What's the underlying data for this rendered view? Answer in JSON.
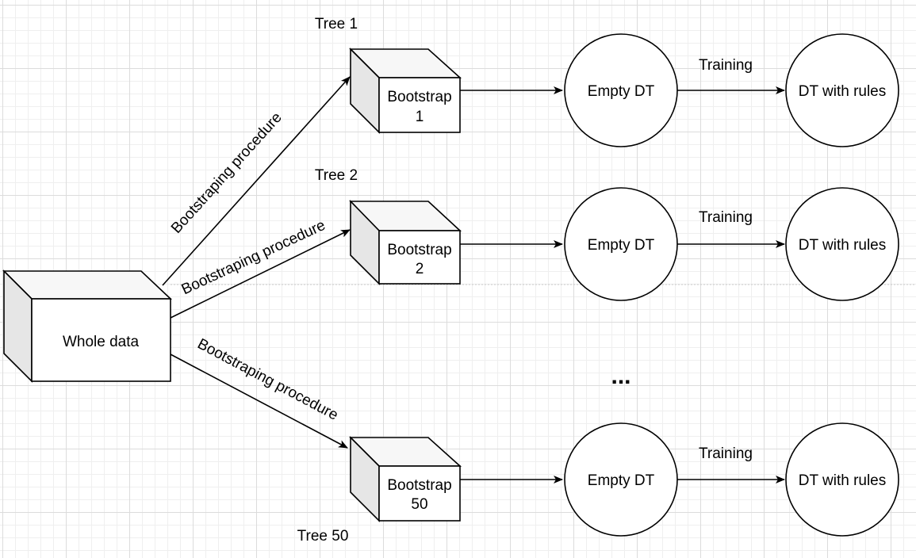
{
  "source": {
    "label": "Whole data"
  },
  "edge_label": "Bootstraping procedure",
  "trees": [
    {
      "title": "Tree 1",
      "bootstrap": [
        "Bootstrap",
        "1"
      ],
      "empty_label": "Empty DT",
      "training_label": "Training",
      "trained_label": "DT with rules"
    },
    {
      "title": "Tree 2",
      "bootstrap": [
        "Bootstrap",
        "2"
      ],
      "empty_label": "Empty DT",
      "training_label": "Training",
      "trained_label": "DT with rules"
    },
    {
      "title": "Tree 50",
      "bootstrap": [
        "Bootstrap",
        "50"
      ],
      "empty_label": "Empty DT",
      "training_label": "Training",
      "trained_label": "DT with rules"
    }
  ],
  "ellipsis": "..."
}
